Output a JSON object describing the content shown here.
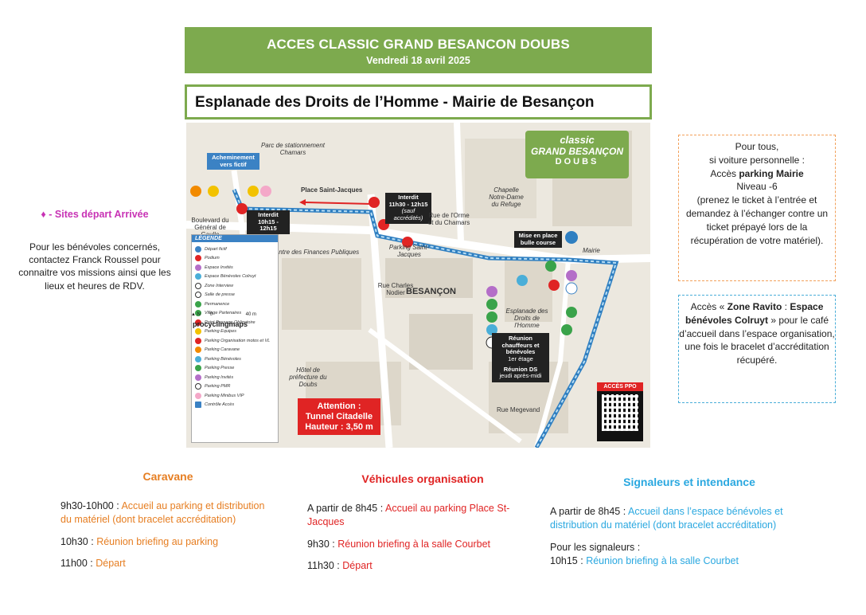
{
  "header": {
    "title": "ACCES CLASSIC GRAND BESANCON DOUBS",
    "date": "Vendredi 18 avril 2025",
    "subtitle": "Esplanade des Droits de l’Homme - Mairie de Besançon"
  },
  "map": {
    "logo": {
      "line1": "classic",
      "line2": "GRAND BESANÇON",
      "line3": "DOUBS"
    },
    "labels": {
      "parc": "Parc de stationnement Chamars",
      "acheminement": "Acheminement vers fictif",
      "place_st_jacques": "Place Saint-Jacques",
      "interdit1_title": "Interdit",
      "interdit1_time": "11h30 - 12h15",
      "interdit1_note": "(sauf accrédités)",
      "interdit2_title": "Interdit",
      "interdit2_time": "10h15 - 12h15",
      "boulevard": "Boulevard du Général de Gaulle",
      "rue_orme": "Rue de l'Orme et du Chamars",
      "chapelle": "Chapelle Notre-Dame du Refuge",
      "mise_en_place": "Mise en place bulle course",
      "mairie": "Mairie",
      "finances": "Centre des Finances Publiques",
      "parking_st_jacques": "Parking Saint-Jacques",
      "besancon": "BESANÇON",
      "rue_nodier": "Rue Charles Nodier",
      "esplanade": "Esplanade des Droits de l'Homme",
      "reunion_chauffeurs": "Réunion chauffeurs et bénévoles",
      "etage": "1er étage",
      "reunion_ds": "Réunion DS",
      "jeudi": "jeudi après-midi",
      "prefecture": "Hôtel de préfecture du Doubs",
      "rue_megevand": "Rue Megevand",
      "attention_1": "Attention :",
      "attention_2": "Tunnel Citadelle",
      "attention_3": "Hauteur : 3,50 m",
      "acces_ppo": "ACCÈS PPO",
      "ppo": "PPO"
    },
    "legend": {
      "title": "LÉGENDE",
      "items": [
        {
          "label": "Départ fictif",
          "color": "#3b82c4"
        },
        {
          "label": "Podium",
          "color": "#e02424"
        },
        {
          "label": "Espace Invités",
          "color": "#b46ec8"
        },
        {
          "label": "Espace Bénévoles Colruyt",
          "color": "#4aaed8"
        },
        {
          "label": "Zone Interview",
          "color": "#ffffff"
        },
        {
          "label": "Salle de presse",
          "color": "#ffffff"
        },
        {
          "label": "Permanence",
          "color": "#3aa34a"
        },
        {
          "label": "Village Partenaires",
          "color": "#3aa34a"
        },
        {
          "label": "Point Passage Obligatoire",
          "color": "#e02424"
        },
        {
          "label": "Parking Equipes",
          "color": "#f2c200"
        },
        {
          "label": "Parking Organisation motos et VL",
          "color": "#e02424"
        },
        {
          "label": "Parking Caravane",
          "color": "#f28a00"
        },
        {
          "label": "Parking Bénévoles",
          "color": "#4aaed8"
        },
        {
          "label": "Parking Presse",
          "color": "#3aa34a"
        },
        {
          "label": "Parking Invités",
          "color": "#b46ec8"
        },
        {
          "label": "Parking PMR",
          "color": "#ffffff"
        },
        {
          "label": "Parking Minibus VIP",
          "color": "#f4a8c8"
        },
        {
          "label": "Contrôle Accès",
          "color": "#3b82c4"
        }
      ],
      "scale_zero": "0",
      "scale_max": "40 m",
      "north": "N",
      "brand": "procyclingmaps"
    }
  },
  "left": {
    "title": "♦ - Sites départ Arrivée",
    "text": "Pour les bénévoles concernés, contactez Franck Roussel pour connaitre vos missions ainsi que les lieux et heures de RDV."
  },
  "box_parking": {
    "l1": "Pour tous,",
    "l2": "si voiture personnelle :",
    "l3a": "Accès ",
    "l3b": "parking Mairie",
    "l4": "Niveau -6",
    "l5": "(prenez le ticket à l’entrée et demandez à l’échanger contre un ticket prépayé lors de la récupération de votre matériel)."
  },
  "box_ravito": {
    "a": "Accès « ",
    "b": "Zone Ravito",
    "c": " : ",
    "d": "Espace bénévoles Colruyt",
    "e": " » pour le café d’accueil dans l’espace organisation, une fois le bracelet d’accréditation récupéré."
  },
  "caravane": {
    "title": "Caravane",
    "items": [
      {
        "time": "9h30-10h00 : ",
        "text": "Accueil au parking et distribution du matériel (dont bracelet accréditation)"
      },
      {
        "time": "10h30 : ",
        "text": "Réunion briefing au parking"
      },
      {
        "time": "11h00 : ",
        "text": "Départ"
      }
    ]
  },
  "vehicules": {
    "title": "Véhicules organisation",
    "items": [
      {
        "time": "A partir de 8h45 : ",
        "text": "Accueil au parking Place St-Jacques"
      },
      {
        "time": "9h30 : ",
        "text": "Réunion briefing à la salle Courbet"
      },
      {
        "time": "11h30 : ",
        "text": "Départ"
      }
    ]
  },
  "signaleurs": {
    "title": "Signaleurs et intendance",
    "items": [
      {
        "time": "A partir de 8h45 : ",
        "text": "Accueil dans l’espace bénévoles et distribution du matériel (dont bracelet accréditation)"
      },
      {
        "time": "Pour les signaleurs :",
        "text": ""
      },
      {
        "time": "10h15 : ",
        "text": "Réunion briefing à la salle Courbet"
      }
    ]
  }
}
